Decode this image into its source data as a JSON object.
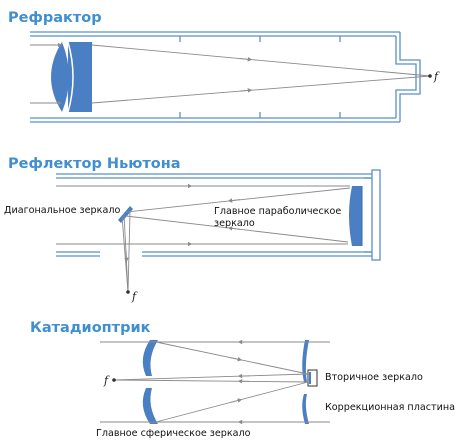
{
  "colors": {
    "title": "#3f8fd1",
    "tube": "#5b8fc9",
    "optic": "#4a7fc4",
    "ray": "#8a8a8a",
    "text": "#111111"
  },
  "refractor": {
    "title": "Рефрактор",
    "focus_label": "f"
  },
  "newton": {
    "title": "Рефлектор Ньютона",
    "diagonal_mirror_label": "Диагональное зеркало",
    "primary_mirror_label_line1": "Главное параболическое",
    "primary_mirror_label_line2": "зеркало",
    "focus_label": "f"
  },
  "catadioptric": {
    "title": "Катадиоптрик",
    "focus_label": "f",
    "secondary_mirror_label": "Вторичное зеркало",
    "corrector_plate_label": "Коррекционная пластина",
    "primary_mirror_label": "Главное сферическое зеркало"
  }
}
